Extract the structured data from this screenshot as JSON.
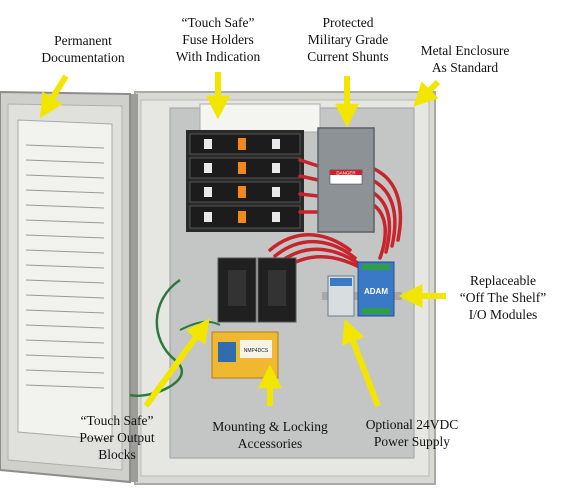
{
  "callouts": [
    {
      "id": "permanent-documentation",
      "lines": [
        "Permanent",
        "Documentation"
      ]
    },
    {
      "id": "fuse-holders",
      "lines": [
        "“Touch Safe”",
        "Fuse Holders",
        "With Indication"
      ]
    },
    {
      "id": "current-shunts",
      "lines": [
        "Protected",
        "Military Grade",
        "Current Shunts"
      ]
    },
    {
      "id": "metal-enclosure",
      "lines": [
        "Metal Enclosure",
        "As Standard"
      ]
    },
    {
      "id": "io-modules",
      "lines": [
        "Replaceable",
        "“Off The Shelf”",
        "I/O Modules"
      ]
    },
    {
      "id": "power-output-blocks",
      "lines": [
        "“Touch Safe”",
        "Power Output",
        "Blocks"
      ]
    },
    {
      "id": "mounting-accessories",
      "lines": [
        "Mounting & Locking",
        "Accessories"
      ]
    },
    {
      "id": "power-supply",
      "lines": [
        "Optional 24VDC",
        "Power Supply"
      ]
    }
  ],
  "device_labels": {
    "danger": "DANGER",
    "module_brand": "ADAM",
    "accessory_pack": "NMP4DCS"
  },
  "colors": {
    "arrow": "#f2e600",
    "arrow_outline": "#c9b800",
    "enclosure": "#d9d9d4",
    "backplate": "#c4c6c6",
    "fuse_body": "#1c1c1c",
    "fuse_indicator": "#f08a1a",
    "shunt_box": "#8d9297",
    "wire_red": "#c8242c",
    "module_blue": "#3a79c6",
    "accessory_bag": "#f0b830"
  },
  "icons": [
    "arrow-icon"
  ]
}
